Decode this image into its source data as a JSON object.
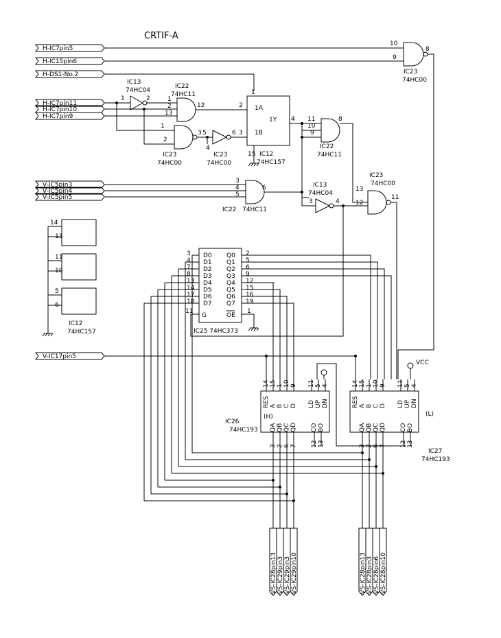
{
  "title": "CRTIF-A",
  "ports": {
    "h_ic7_pin5": "H-IC7pin5",
    "h_ic15_pin6": "H-IC15pin6",
    "h_ds1_no2": "H-DS1-No.2",
    "h_ic7_pin11": "H-IC7pin11",
    "h_ic7_pin10": "H-IC7pin10",
    "h_ic7_pin9": "H-IC7pin9",
    "v_ic5_pin3": "V-IC5pin3",
    "v_ic5_pin4": "V-IC5pin4",
    "v_ic5_pin5": "V-IC5pin5",
    "v_ic17_pin5": "V-IC17pin5",
    "vcc": "VCC"
  },
  "outputs": [
    "VS-IC28pin13",
    "VS-IC29pin3",
    "VS-IC29pin3",
    "VS-IC29pin10",
    "VS-IC28pin13",
    "VS-IC28pin3",
    "VS-IC28pin6",
    "VS-IC28pin10"
  ],
  "chips": {
    "ic13a": {
      "name": "IC13",
      "part": "74HC04"
    },
    "ic22a": {
      "name": "IC22",
      "part": "74HC11"
    },
    "ic23a": {
      "name": "IC23",
      "part": "74HC00"
    },
    "ic23b": {
      "name": "IC23",
      "part": "74HC00"
    },
    "ic23c": {
      "name": "IC23",
      "part": "74HC00"
    },
    "ic12": {
      "name": "IC12",
      "part": "74HC157",
      "pin1": "1",
      "pin15": "15",
      "a": "1A",
      "b": "1B",
      "y": "1Y"
    },
    "ic22b": {
      "name": "IC22",
      "part": "74HC11"
    },
    "ic22c": {
      "name": "IC22",
      "part": "74HC11"
    },
    "ic13b": {
      "name": "IC13",
      "part": "74HC04"
    },
    "ic23d": {
      "name": "IC23",
      "part": "74HC00"
    },
    "ic12b": {
      "name": "IC12",
      "part": "74HC157"
    },
    "ic25": {
      "label": "IC25  74HC373"
    },
    "ic26": {
      "name": "IC26",
      "part": "74HC193",
      "tag": "(H)"
    },
    "ic27": {
      "name": "IC27",
      "part": "74HC193",
      "tag": "(L)"
    }
  },
  "pins": {
    "ic13a": [
      "1",
      "2"
    ],
    "ic22a": [
      "1",
      "2",
      "13",
      "12"
    ],
    "ic23a": [
      "1",
      "2",
      "3"
    ],
    "ic23b": [
      "5",
      "4",
      "6"
    ],
    "ic23c": [
      "10",
      "9",
      "8"
    ],
    "ic12": [
      "2",
      "3",
      "4"
    ],
    "ic22b": [
      "11",
      "10",
      "9",
      "8"
    ],
    "ic22c": [
      "3",
      "4",
      "5",
      "6"
    ],
    "ic13b": [
      "3",
      "4"
    ],
    "ic23d": [
      "13",
      "12",
      "11"
    ],
    "ic12b": [
      "14",
      "13",
      "11",
      "10",
      "5",
      "6"
    ],
    "ic25_d": [
      "D0",
      "D1",
      "D2",
      "D3",
      "D4",
      "D5",
      "D6",
      "D7"
    ],
    "ic25_q": [
      "Q0",
      "Q1",
      "Q2",
      "Q3",
      "Q4",
      "Q5",
      "Q6",
      "Q7"
    ],
    "ic25_in": [
      "3",
      "4",
      "7",
      "8",
      "13",
      "14",
      "17",
      "18"
    ],
    "ic25_out": [
      "2",
      "5",
      "6",
      "9",
      "12",
      "15",
      "16",
      "19"
    ],
    "ic25_g": [
      "G",
      "11",
      "OE",
      "1"
    ],
    "ic193_top_labels": [
      "RES",
      "A",
      "B",
      "C",
      "D",
      "LD",
      "UP",
      "DN"
    ],
    "ic193_bot_labels": [
      "QA",
      "QB",
      "QC",
      "QD",
      "CO",
      "BO"
    ],
    "ic193_top_pins": [
      "14",
      "15",
      "1",
      "10",
      "9",
      "11",
      "5",
      "4"
    ],
    "ic193_bot_pins": [
      "3",
      "2",
      "6",
      "7",
      "12",
      "13"
    ]
  }
}
